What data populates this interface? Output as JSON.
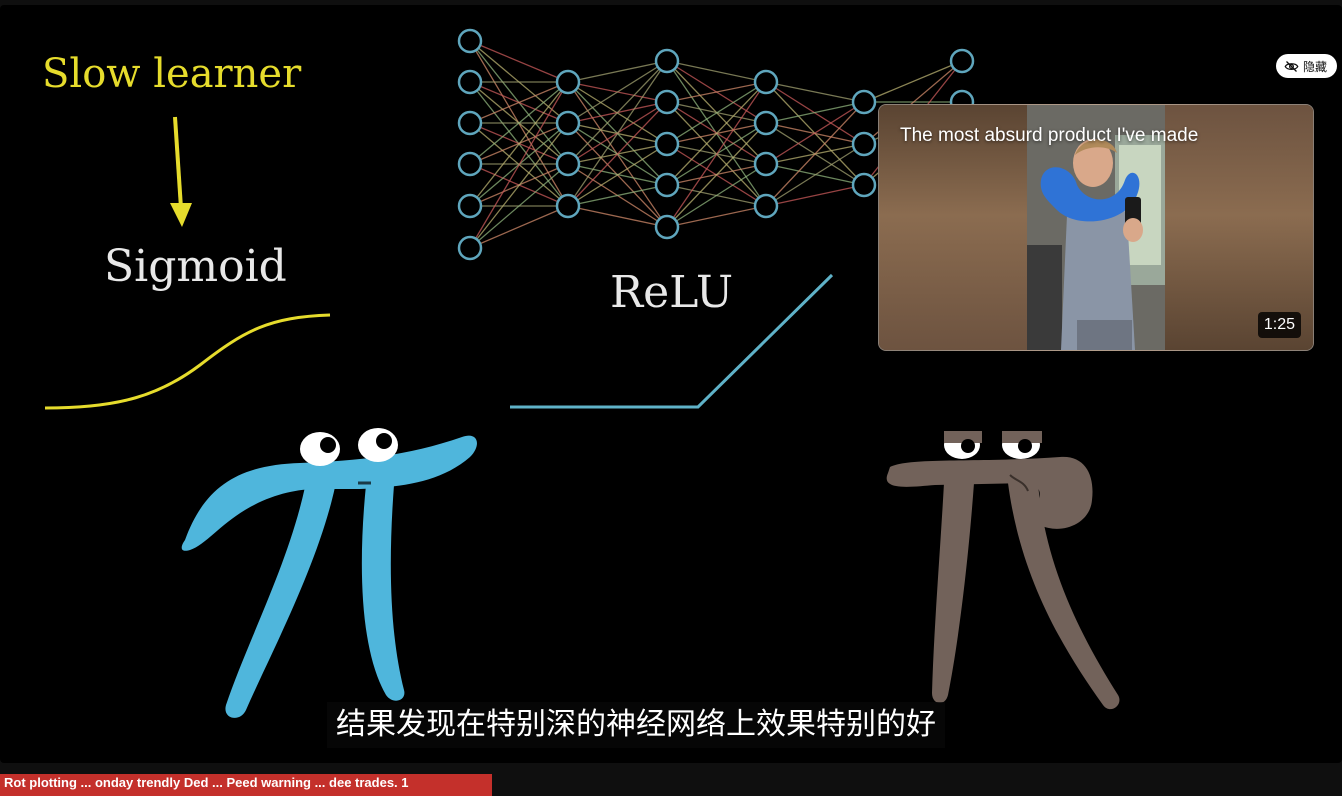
{
  "video": {
    "scene": {
      "slow_learner": "Slow learner",
      "sigmoid": "Sigmoid",
      "relu": "ReLU"
    },
    "caption": "结果发现在特别深的神经网络上效果特别的好"
  },
  "hide_button": {
    "label": "隐藏",
    "icon": "eye-off-icon"
  },
  "preview": {
    "title": "The most absurd product I've made",
    "duration": "1:25"
  },
  "chapter": {
    "label": "Rot plotting ... onday trendly Ded ... Peed warning ... dee trades. 1"
  },
  "colors": {
    "yellow": "#e6dc2c",
    "pi_blue": "#4fb6dc",
    "pi_brown": "#72625a",
    "relu_line": "#5fb2c8"
  }
}
